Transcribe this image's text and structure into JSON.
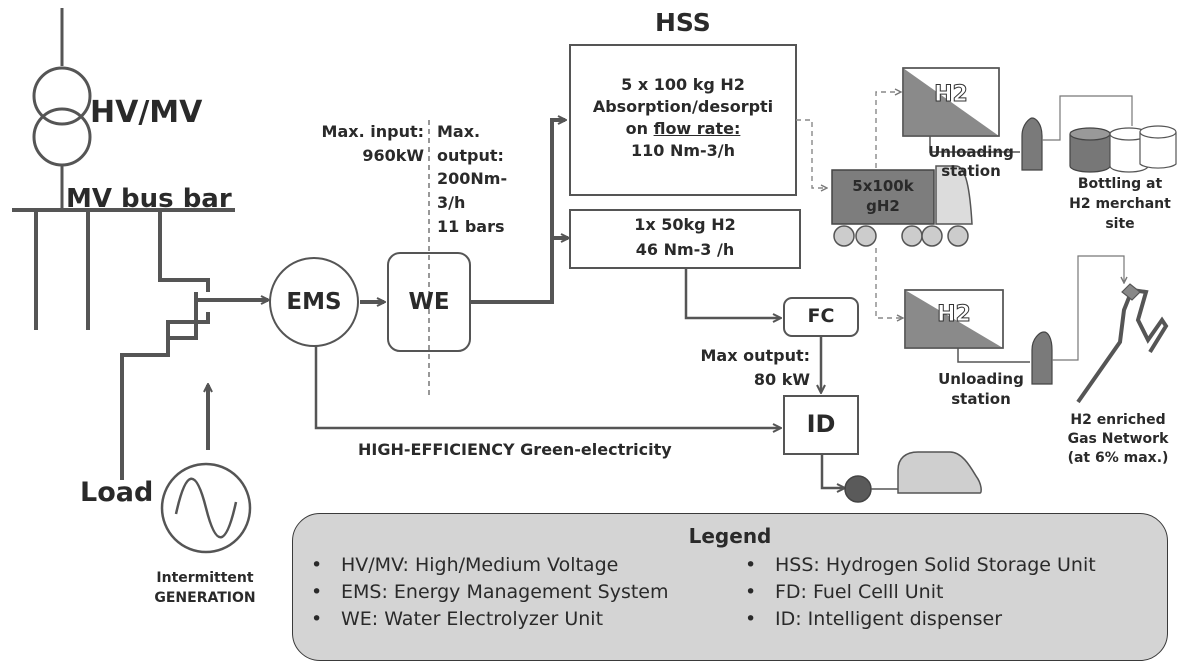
{
  "labels": {
    "hv_mv": "HV/MV",
    "mv_bus_bar": "MV bus bar",
    "load": "Load",
    "intermittent_line1": "Intermittent",
    "intermittent_line2": "GENERATION",
    "ems": "EMS",
    "we": "WE",
    "fc": "FC",
    "id": "ID",
    "hss": "HSS",
    "max_input_line1": "Max. input:",
    "max_input_line2": "960kW",
    "max_output_line1": "Max.",
    "max_output_line2": "output:",
    "max_output_line3": "200Nm-",
    "max_output_line4": "3/h",
    "max_output_line5": "11 bars",
    "hss_box1_line1": "5 x 100 kg H2",
    "hss_box1_line2": "Absorption/desorpti",
    "hss_box1_line3_a": "on ",
    "hss_box1_line3_b": "flow rate:",
    "hss_box1_line4": "110 Nm-3/h",
    "hss_box2_line1": "1x 50kg H2",
    "hss_box2_line2": "46 Nm-3 /h",
    "fc_output_line1": "Max output:",
    "fc_output_line2": "80 kW",
    "green_electricity": "HIGH-EFFICIENCY Green-electricity",
    "truck_line1": "5x100k",
    "truck_line2": "gH2",
    "h2_top": "H2",
    "h2_bottom": "H2",
    "unloading_top_line1": "Unloading",
    "unloading_top_line2": "station",
    "unloading_bottom_line1": "Unloading",
    "unloading_bottom_line2": "station",
    "bottling_line1": "Bottling at",
    "bottling_line2": "H2 merchant",
    "bottling_line3": "site",
    "gas_line1": "H2 enriched",
    "gas_line2": "Gas Network",
    "gas_line3": "(at 6% max.)"
  },
  "legend": {
    "title": "Legend",
    "bullet": "•",
    "left": [
      "HV/MV: High/Medium Voltage",
      "EMS: Energy Management System",
      "WE: Water Electrolyzer Unit"
    ],
    "right": [
      "HSS: Hydrogen Solid Storage Unit",
      "FD: Fuel Celll Unit",
      "ID: Intelligent dispenser"
    ]
  },
  "colors": {
    "line": "#555555",
    "text": "#2a2a2a",
    "legend_bg": "#d4d4d4",
    "tank_dark": "#6f6f6f",
    "tank_light": "#c4c4c4"
  }
}
